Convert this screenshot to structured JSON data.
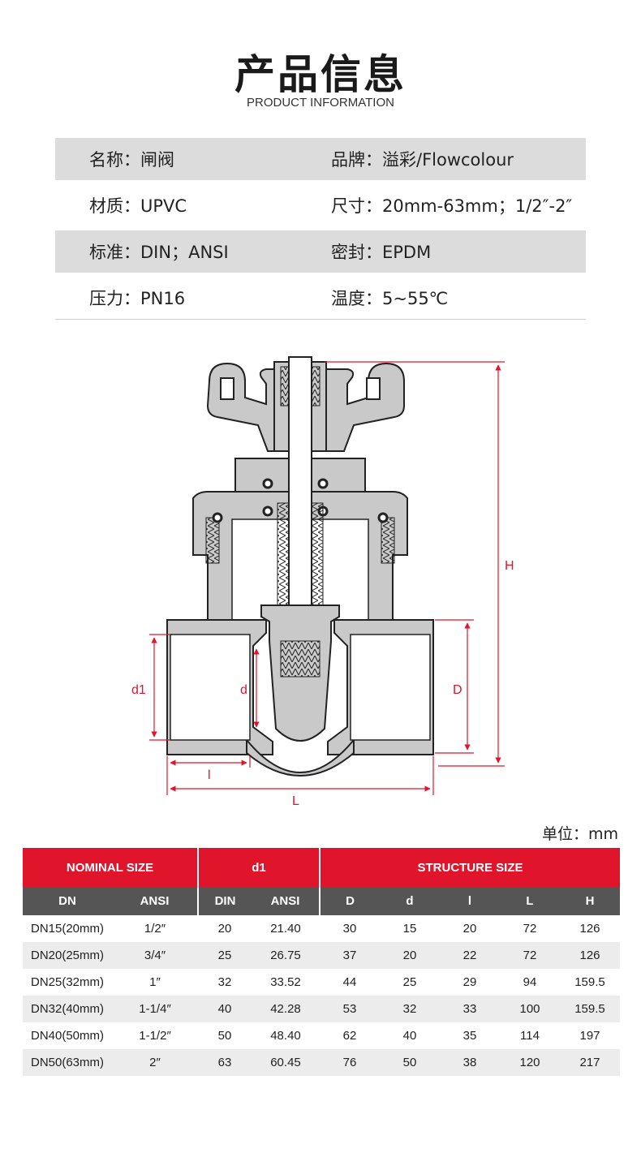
{
  "header": {
    "title": "产品信息",
    "subtitle": "PRODUCT INFORMATION"
  },
  "specs": [
    {
      "left": "名称：闸阀",
      "right": "品牌：溢彩/Flowcolour",
      "shaded": true
    },
    {
      "left": "材质：UPVC",
      "right": "尺寸：20mm-63mm；1/2″-2″",
      "shaded": false
    },
    {
      "left": "标准：DIN；ANSI",
      "right": "密封：EPDM",
      "shaded": true
    },
    {
      "left": "压力：PN16",
      "right": "温度：5~55℃",
      "shaded": false
    }
  ],
  "diagram": {
    "labels": {
      "H": "H",
      "D": "D",
      "d1": "d1",
      "d": "d",
      "l": "l",
      "L": "L"
    },
    "colors": {
      "body": "#c9c9c9",
      "outline": "#222222",
      "dimension": "#e0142a"
    }
  },
  "table": {
    "unit": "单位：mm",
    "group_headers": [
      "NOMINAL SIZE",
      "d1",
      "STRUCTURE SIZE"
    ],
    "columns": [
      "DN",
      "ANSI",
      "DIN",
      "ANSI",
      "D",
      "d",
      "l",
      "L",
      "H"
    ],
    "rows": [
      [
        "DN15(20mm)",
        "1/2″",
        "20",
        "21.40",
        "30",
        "15",
        "20",
        "72",
        "126"
      ],
      [
        "DN20(25mm)",
        "3/4″",
        "25",
        "26.75",
        "37",
        "20",
        "22",
        "72",
        "126"
      ],
      [
        "DN25(32mm)",
        "1″",
        "32",
        "33.52",
        "44",
        "25",
        "29",
        "94",
        "159.5"
      ],
      [
        "DN32(40mm)",
        "1-1/4″",
        "40",
        "42.28",
        "53",
        "32",
        "33",
        "100",
        "159.5"
      ],
      [
        "DN40(50mm)",
        "1-1/2″",
        "50",
        "48.40",
        "62",
        "40",
        "35",
        "114",
        "197"
      ],
      [
        "DN50(63mm)",
        "2″",
        "63",
        "60.45",
        "76",
        "50",
        "38",
        "120",
        "217"
      ]
    ],
    "colors": {
      "header_red": "#e0142a",
      "header_gray": "#555555",
      "row_alt": "#ececec"
    }
  }
}
